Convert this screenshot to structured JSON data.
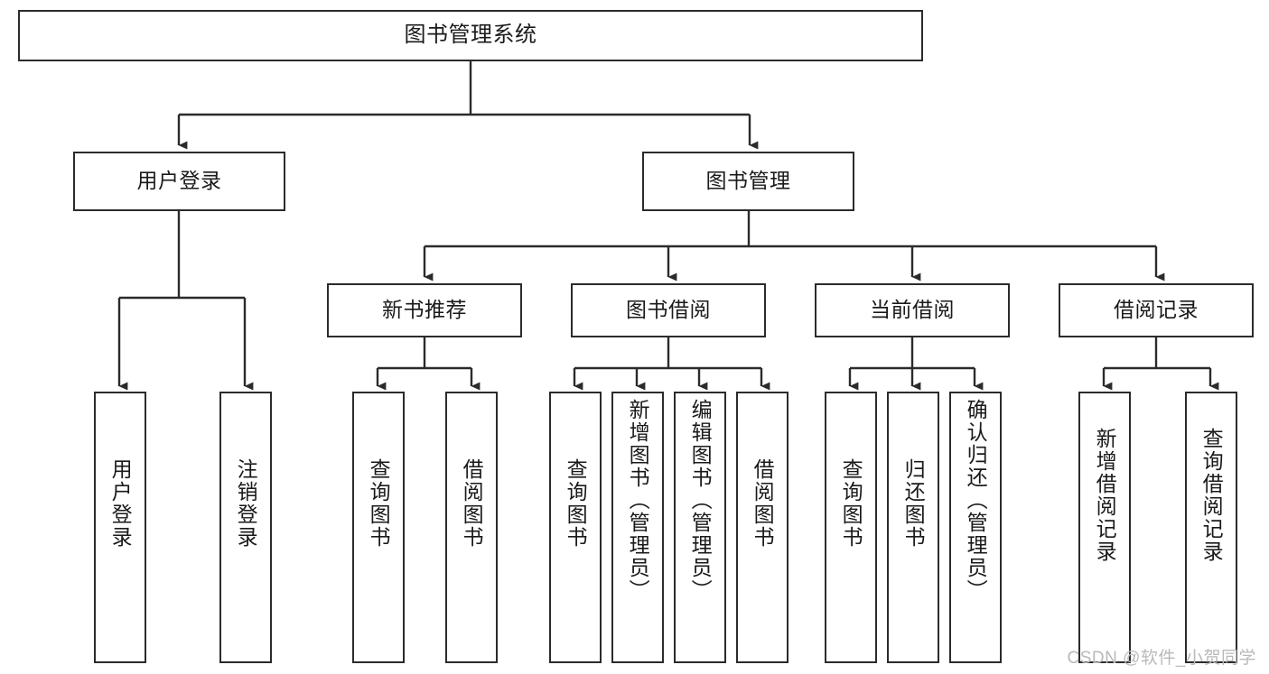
{
  "diagram": {
    "type": "tree",
    "title": "图书管理系统",
    "stroke_color": "#2b2b2b",
    "background_color": "#ffffff",
    "text_color": "#1a1a1a",
    "root": {
      "label": "图书管理系统"
    },
    "level1": [
      {
        "label": "用户登录"
      },
      {
        "label": "图书管理"
      }
    ],
    "level2": [
      {
        "label": "新书推荐"
      },
      {
        "label": "图书借阅"
      },
      {
        "label": "当前借阅"
      },
      {
        "label": "借阅记录"
      }
    ],
    "leaves": {
      "user_login": [
        {
          "label": "用户登录"
        },
        {
          "label": "注销登录"
        }
      ],
      "new_book_recommend": [
        {
          "label": "查询图书"
        },
        {
          "label": "借阅图书"
        }
      ],
      "book_borrow": [
        {
          "label": "查询图书"
        },
        {
          "label": "新增图书（管理员）"
        },
        {
          "label": "编辑图书（管理员）"
        },
        {
          "label": "借阅图书"
        }
      ],
      "current_borrow": [
        {
          "label": "查询图书"
        },
        {
          "label": "归还图书"
        },
        {
          "label": "确认归还（管理员）"
        }
      ],
      "borrow_record": [
        {
          "label": "新增借阅记录"
        },
        {
          "label": "查询借阅记录"
        }
      ]
    }
  },
  "watermark": {
    "text": "CSDN @软件_小贺同学"
  }
}
